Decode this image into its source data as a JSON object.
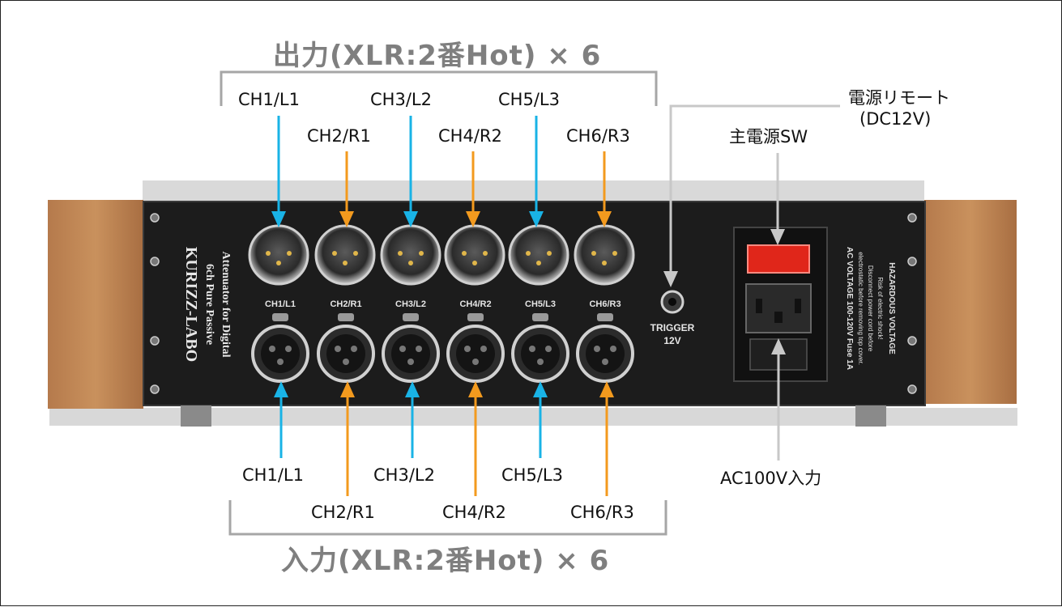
{
  "output_title": "出力(XLR:2番Hot) × 6",
  "input_title": "入力(XLR:2番Hot) × 6",
  "output_labels": [
    "CH1/L1",
    "CH2/R1",
    "CH3/L2",
    "CH4/R2",
    "CH5/L3",
    "CH6/R3"
  ],
  "input_labels": [
    "CH1/L1",
    "CH2/R1",
    "CH3/L2",
    "CH4/R2",
    "CH5/L3",
    "CH6/R3"
  ],
  "panel_jack_labels": [
    "CH1/L1",
    "CH2/R1",
    "CH3/L2",
    "CH4/R2",
    "CH5/L3",
    "CH6/R3"
  ],
  "remote_label": "電源リモート",
  "remote_sub": "(DC12V)",
  "main_sw_label": "主電源SW",
  "ac_label": "AC100V入力",
  "brand": "KURIZZ-LABO",
  "model_line1": "6ch Pure Passive",
  "model_line2": "Attenuator for Digital",
  "trigger_line1": "TRIGGER",
  "trigger_line2": "12V",
  "warning_lines": [
    "HAZARDOUS VOLTAGE",
    "Risk of electric shock!",
    "Disconnect power cord before",
    "electrostatic before removing top cover.",
    "AC VOLTAGE 100-120V Fuse 1A"
  ],
  "colors": {
    "left_arrow": "#19b3e6",
    "right_arrow": "#f39a1e",
    "gray": "#a6a6a6",
    "title": "#7f7f7f"
  }
}
